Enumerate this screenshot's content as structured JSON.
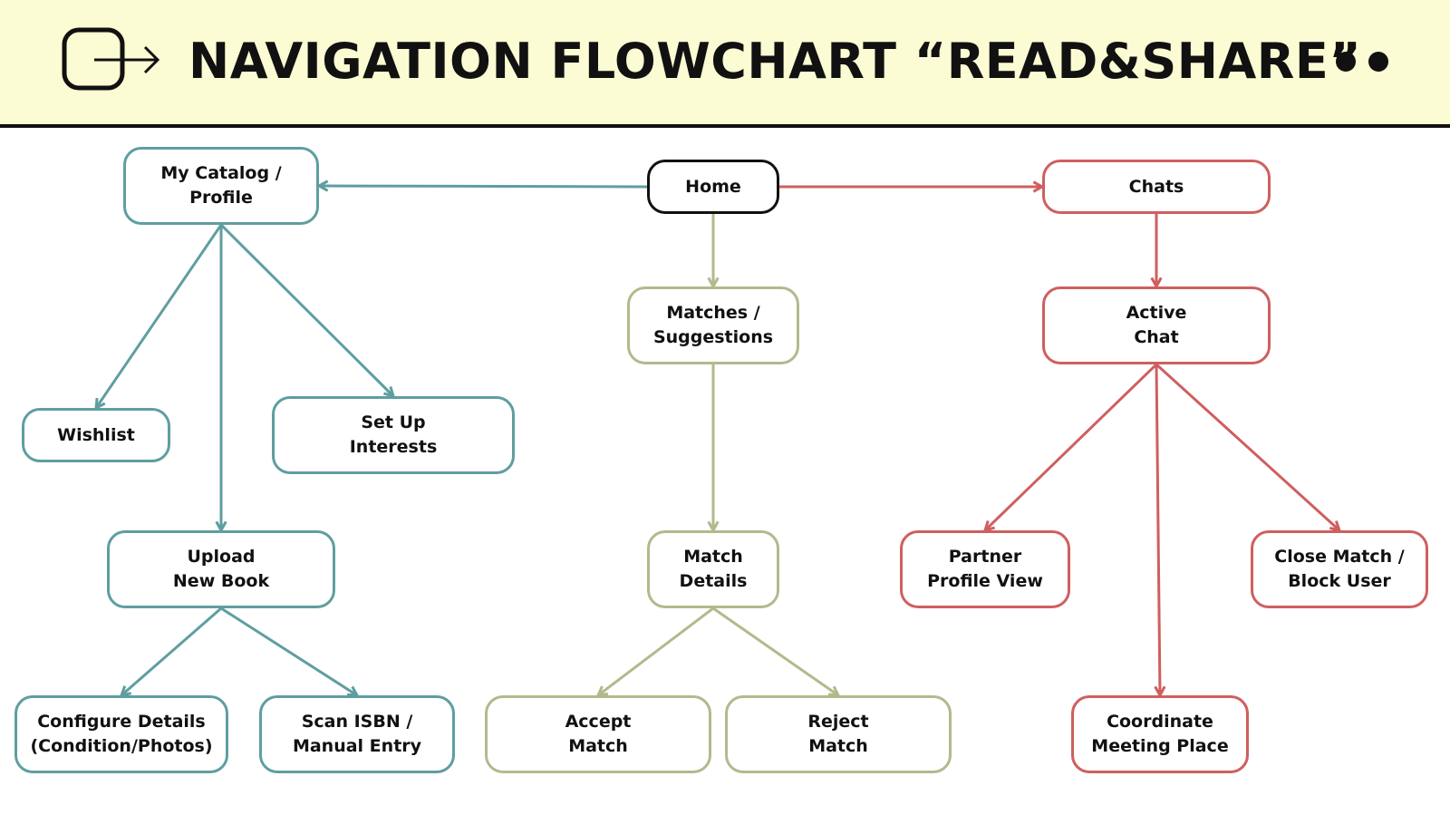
{
  "header": {
    "title": "NAVIGATION FLOWCHART “READ&SHARE”",
    "logo_icon": "box-arrow-right-icon",
    "dots_icon": "two-dots-icon",
    "background": "#fbfcd3"
  },
  "colors": {
    "root": "#111111",
    "teal": "#5f9ea0",
    "olive": "#b3b98c",
    "red": "#cf5f5f"
  },
  "nodes": {
    "home": "Home",
    "catalog": "My Catalog /\nProfile",
    "chats": "Chats",
    "matches": "Matches /\nSuggestions",
    "active_chat": "Active\nChat",
    "wishlist": "Wishlist",
    "interests": "Set Up\nInterests",
    "upload": "Upload\nNew Book",
    "match_details": "Match\nDetails",
    "partner": "Partner\nProfile View",
    "close": "Close Match /\nBlock User",
    "configure": "Configure Details\n(Condition/Photos)",
    "scan": "Scan ISBN /\nManual Entry",
    "accept": "Accept\nMatch",
    "reject": "Reject\nMatch",
    "coordinate": "Coordinate\nMeeting Place"
  },
  "edges": [
    {
      "from": "home",
      "to": "catalog",
      "color": "teal"
    },
    {
      "from": "home",
      "to": "chats",
      "color": "red"
    },
    {
      "from": "home",
      "to": "matches",
      "color": "olive"
    },
    {
      "from": "catalog",
      "to": "wishlist",
      "color": "teal"
    },
    {
      "from": "catalog",
      "to": "interests",
      "color": "teal"
    },
    {
      "from": "catalog",
      "to": "upload",
      "color": "teal"
    },
    {
      "from": "upload",
      "to": "configure",
      "color": "teal"
    },
    {
      "from": "upload",
      "to": "scan",
      "color": "teal"
    },
    {
      "from": "matches",
      "to": "match_details",
      "color": "olive"
    },
    {
      "from": "match_details",
      "to": "accept",
      "color": "olive"
    },
    {
      "from": "match_details",
      "to": "reject",
      "color": "olive"
    },
    {
      "from": "chats",
      "to": "active_chat",
      "color": "red"
    },
    {
      "from": "active_chat",
      "to": "partner",
      "color": "red"
    },
    {
      "from": "active_chat",
      "to": "close",
      "color": "red"
    },
    {
      "from": "active_chat",
      "to": "coordinate",
      "color": "red"
    }
  ]
}
